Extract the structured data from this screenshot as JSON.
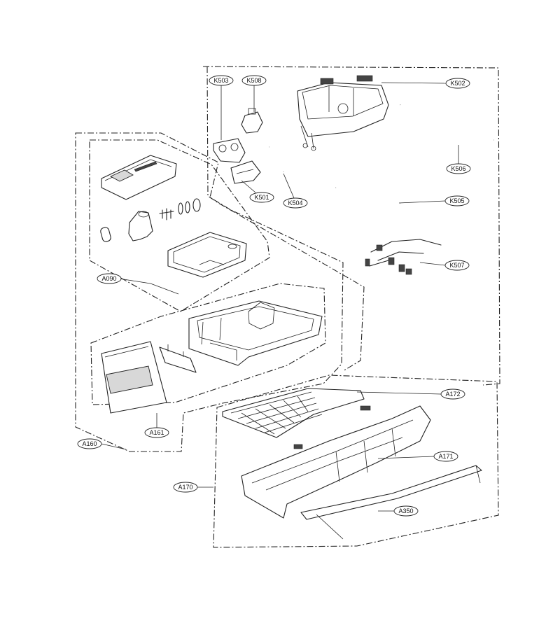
{
  "labels": {
    "K503": "K503",
    "K508": "K508",
    "K502": "K502",
    "K506": "K506",
    "K501": "K501",
    "K504": "K504",
    "K505": "K505",
    "K507": "K507",
    "A090": "A090",
    "A172": "A172",
    "A161": "A161",
    "A160": "A160",
    "A171": "A171",
    "A170": "A170",
    "A350": "A350"
  }
}
